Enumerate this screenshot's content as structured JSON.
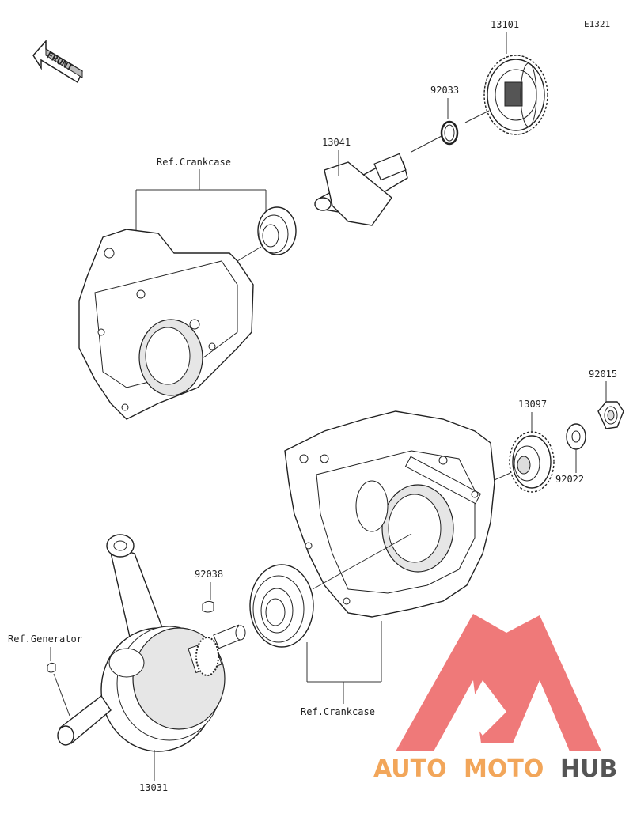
{
  "diagram_code": "E1321",
  "front_label": "FRONT",
  "callouts": {
    "p13101": "13101",
    "p92033": "92033",
    "p13041": "13041",
    "ref_crankcase_top": "Ref.Crankcase",
    "p92015": "92015",
    "p13097": "13097",
    "p92022": "92022",
    "p92038": "92038",
    "ref_generator": "Ref.Generator",
    "ref_crankcase_bottom": "Ref.Crankcase",
    "p13031": "13031"
  },
  "watermark": {
    "word_a": "AUTO",
    "word_b": "MOTO",
    "word_c": "HUB",
    "color_primary": "#f2a65a",
    "color_secondary": "#555555",
    "logo_color": "#ee6b6b"
  }
}
